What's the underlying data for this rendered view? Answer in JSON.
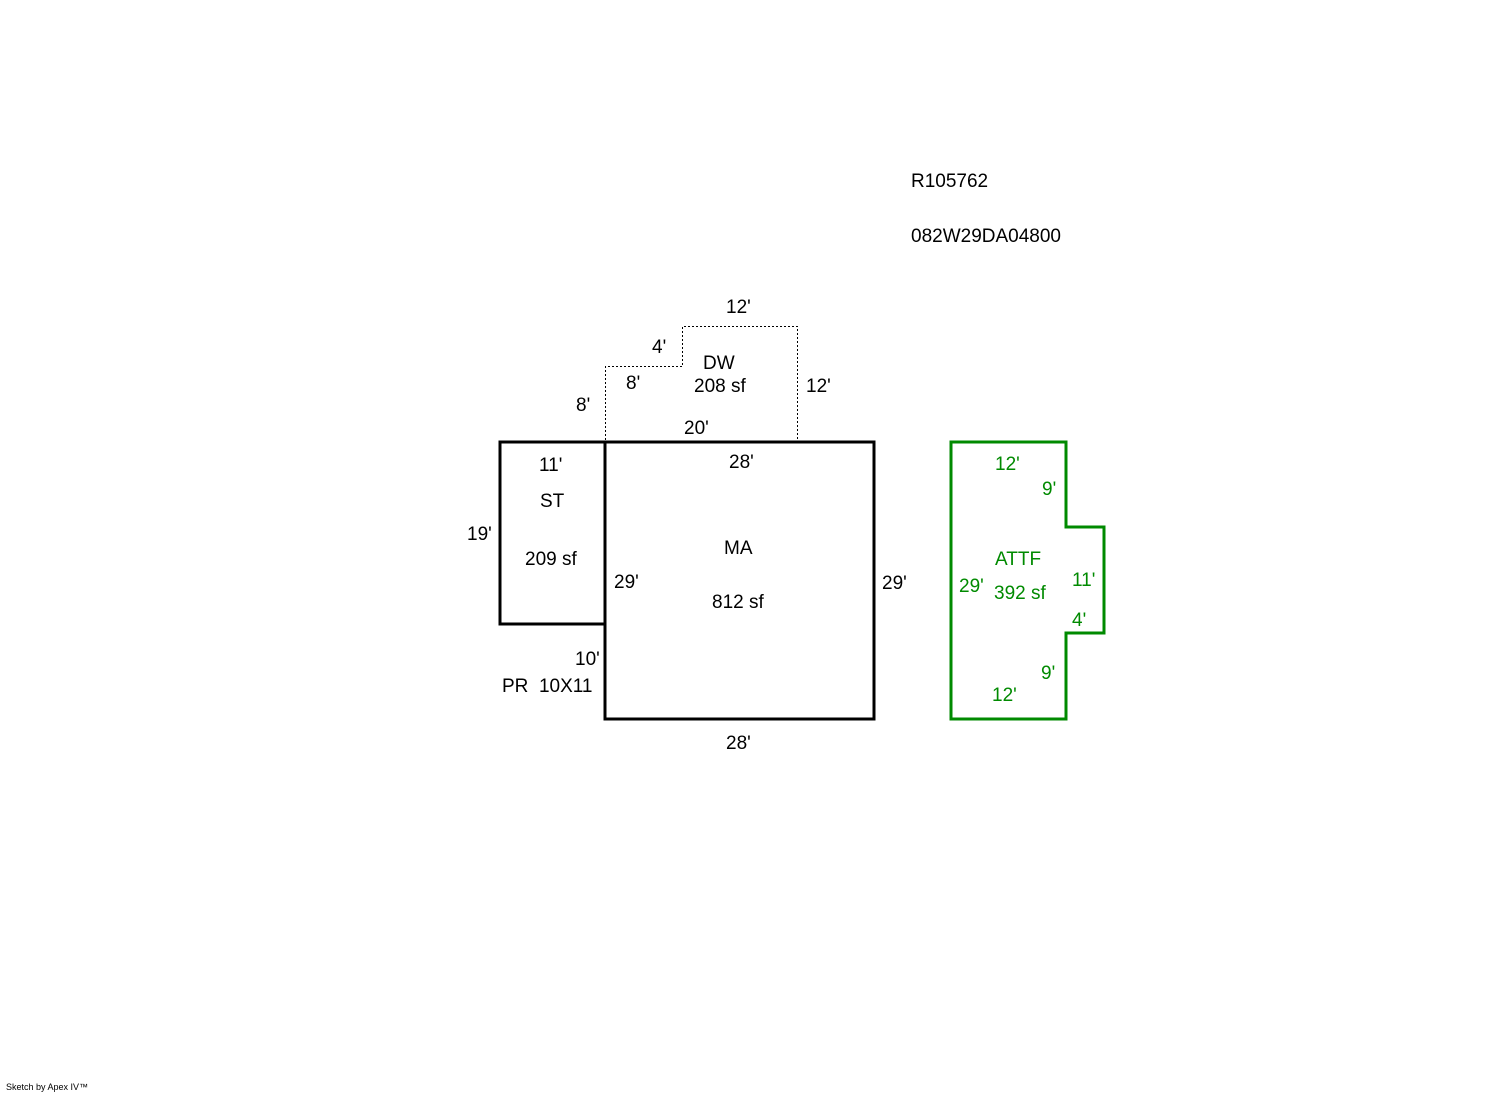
{
  "header": {
    "account": "R105762",
    "parcel": "082W29DA04800"
  },
  "colors": {
    "lines": "#000000",
    "attf": "#008a00"
  },
  "areas": {
    "dw": {
      "code": "DW",
      "area": "208 sf",
      "dims": {
        "top": "12'",
        "step_top": "4'",
        "step_side": "8'",
        "left": "8'",
        "right": "12'",
        "bottom": "20'"
      }
    },
    "st": {
      "code": "ST",
      "area": "209 sf",
      "dims": {
        "top": "11'",
        "left": "19'"
      }
    },
    "ma": {
      "code": "MA",
      "area": "812 sf",
      "dims": {
        "top": "28'",
        "bottom": "28'",
        "left": "29'",
        "right": "29'"
      }
    },
    "pr": {
      "label": "PR  10X11",
      "dim": "10'"
    },
    "attf": {
      "code": "ATTF",
      "area": "392 sf",
      "dims": {
        "top": "12'",
        "upper_notch": "9'",
        "left": "29'",
        "right": "11'",
        "notch_depth": "4'",
        "lower_notch": "9'",
        "bottom": "12'"
      }
    }
  },
  "footer": {
    "credit": "Sketch by Apex IV™"
  }
}
